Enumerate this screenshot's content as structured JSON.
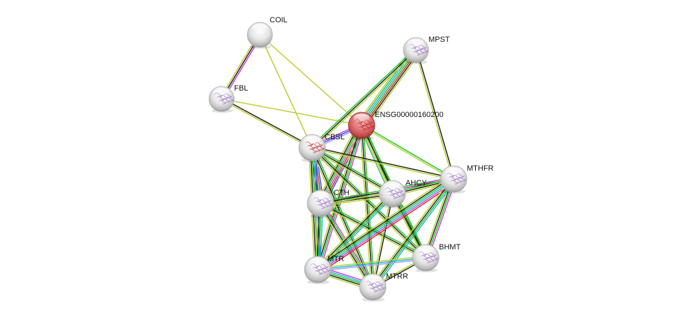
{
  "diagram": {
    "type": "protein-interaction-network",
    "edge_colors": {
      "textmining": "#b5d334",
      "coexpression": "#222222",
      "experiments": "#d040d8",
      "databases": "#20b8d8",
      "neighborhood": "#22c52a",
      "fusion": "#e8231e",
      "cooccurrence": "#3050f0",
      "homology": "#a89ef0",
      "curated": "#31b96a"
    },
    "nodes": [
      {
        "id": "COIL",
        "label": "COIL",
        "query": false,
        "has_structure": false
      },
      {
        "id": "FBL",
        "label": "FBL",
        "query": false,
        "has_structure": true
      },
      {
        "id": "MPST",
        "label": "MPST",
        "query": false,
        "has_structure": true
      },
      {
        "id": "ENSG00000160200",
        "label": "ENSG00000160200",
        "query": true,
        "has_structure": true
      },
      {
        "id": "CBSL",
        "label": "CBSL",
        "query": false,
        "has_structure": true
      },
      {
        "id": "CTH",
        "label": "CTH",
        "query": false,
        "has_structure": true
      },
      {
        "id": "AHCY",
        "label": "AHCY",
        "query": false,
        "has_structure": true
      },
      {
        "id": "MTHFR",
        "label": "MTHFR",
        "query": false,
        "has_structure": true
      },
      {
        "id": "BHMT",
        "label": "BHMT",
        "query": false,
        "has_structure": true
      },
      {
        "id": "MTR",
        "label": "MTR",
        "query": false,
        "has_structure": true
      },
      {
        "id": "MTRR",
        "label": "MTRR",
        "query": false,
        "has_structure": true
      }
    ],
    "edges": [
      {
        "source": "COIL",
        "target": "FBL",
        "evidence": [
          "experiments",
          "coexpression",
          "textmining"
        ]
      },
      {
        "source": "COIL",
        "target": "CBSL",
        "evidence": [
          "textmining"
        ]
      },
      {
        "source": "COIL",
        "target": "ENSG00000160200",
        "evidence": [
          "textmining"
        ]
      },
      {
        "source": "FBL",
        "target": "ENSG00000160200",
        "evidence": [
          "textmining"
        ]
      },
      {
        "source": "FBL",
        "target": "CBSL",
        "evidence": [
          "coexpression",
          "textmining"
        ]
      },
      {
        "source": "MPST",
        "target": "ENSG00000160200",
        "evidence": [
          "textmining",
          "coexpression",
          "fusion",
          "neighborhood",
          "databases",
          "curated",
          "textmining"
        ]
      },
      {
        "source": "MPST",
        "target": "CBSL",
        "evidence": [
          "textmining",
          "coexpression",
          "neighborhood"
        ]
      },
      {
        "source": "MPST",
        "target": "MTHFR",
        "evidence": [
          "coexpression",
          "textmining"
        ]
      },
      {
        "source": "ENSG00000160200",
        "target": "CBSL",
        "evidence": [
          "homology",
          "cooccurrence",
          "experiments"
        ]
      },
      {
        "source": "ENSG00000160200",
        "target": "CTH",
        "evidence": [
          "cooccurrence",
          "fusion",
          "experiments",
          "neighborhood",
          "coexpression",
          "textmining"
        ]
      },
      {
        "source": "ENSG00000160200",
        "target": "AHCY",
        "evidence": [
          "neighborhood",
          "coexpression",
          "textmining",
          "curated"
        ]
      },
      {
        "source": "ENSG00000160200",
        "target": "MTHFR",
        "evidence": [
          "neighborhood",
          "textmining"
        ]
      },
      {
        "source": "ENSG00000160200",
        "target": "BHMT",
        "evidence": [
          "neighborhood",
          "coexpression",
          "textmining"
        ]
      },
      {
        "source": "ENSG00000160200",
        "target": "MTR",
        "evidence": [
          "experiments",
          "neighborhood",
          "coexpression",
          "textmining"
        ]
      },
      {
        "source": "ENSG00000160200",
        "target": "MTRR",
        "evidence": [
          "neighborhood",
          "coexpression",
          "textmining"
        ]
      },
      {
        "source": "CBSL",
        "target": "CTH",
        "evidence": [
          "cooccurrence",
          "fusion",
          "neighborhood",
          "coexpression",
          "textmining"
        ]
      },
      {
        "source": "CBSL",
        "target": "AHCY",
        "evidence": [
          "neighborhood",
          "coexpression",
          "textmining"
        ]
      },
      {
        "source": "CBSL",
        "target": "MTHFR",
        "evidence": [
          "coexpression",
          "textmining"
        ]
      },
      {
        "source": "CBSL",
        "target": "MTR",
        "evidence": [
          "cooccurrence",
          "databases",
          "neighborhood",
          "coexpression",
          "textmining"
        ]
      },
      {
        "source": "CBSL",
        "target": "MTRR",
        "evidence": [
          "neighborhood",
          "coexpression",
          "textmining"
        ]
      },
      {
        "source": "CBSL",
        "target": "BHMT",
        "evidence": [
          "neighborhood",
          "coexpression",
          "textmining"
        ]
      },
      {
        "source": "CTH",
        "target": "AHCY",
        "evidence": [
          "experiments",
          "neighborhood",
          "coexpression",
          "textmining"
        ]
      },
      {
        "source": "CTH",
        "target": "MTHFR",
        "evidence": [
          "neighborhood",
          "coexpression",
          "textmining"
        ]
      },
      {
        "source": "CTH",
        "target": "MTR",
        "evidence": [
          "databases",
          "neighborhood",
          "coexpression",
          "textmining"
        ]
      },
      {
        "source": "CTH",
        "target": "MTRR",
        "evidence": [
          "experiments",
          "neighborhood",
          "coexpression",
          "textmining"
        ]
      },
      {
        "source": "CTH",
        "target": "BHMT",
        "evidence": [
          "neighborhood",
          "coexpression",
          "textmining"
        ]
      },
      {
        "source": "AHCY",
        "target": "MTHFR",
        "evidence": [
          "experiments",
          "neighborhood",
          "coexpression",
          "textmining"
        ]
      },
      {
        "source": "AHCY",
        "target": "MTR",
        "evidence": [
          "databases",
          "neighborhood",
          "coexpression",
          "textmining"
        ]
      },
      {
        "source": "AHCY",
        "target": "MTRR",
        "evidence": [
          "coexpression",
          "textmining"
        ]
      },
      {
        "source": "AHCY",
        "target": "BHMT",
        "evidence": [
          "neighborhood",
          "coexpression",
          "textmining"
        ]
      },
      {
        "source": "MTHFR",
        "target": "BHMT",
        "evidence": [
          "experiments",
          "neighborhood",
          "coexpression",
          "textmining"
        ]
      },
      {
        "source": "MTHFR",
        "target": "MTR",
        "evidence": [
          "fusion",
          "experiments",
          "databases",
          "neighborhood",
          "coexpression",
          "textmining"
        ]
      },
      {
        "source": "MTHFR",
        "target": "MTRR",
        "evidence": [
          "databases",
          "neighborhood",
          "coexpression",
          "textmining"
        ]
      },
      {
        "source": "BHMT",
        "target": "MTR",
        "evidence": [
          "homology",
          "databases",
          "textmining"
        ]
      },
      {
        "source": "BHMT",
        "target": "MTRR",
        "evidence": [
          "coexpression",
          "textmining"
        ]
      },
      {
        "source": "MTR",
        "target": "MTRR",
        "evidence": [
          "experiments",
          "databases",
          "neighborhood",
          "coexpression",
          "textmining"
        ]
      }
    ]
  }
}
